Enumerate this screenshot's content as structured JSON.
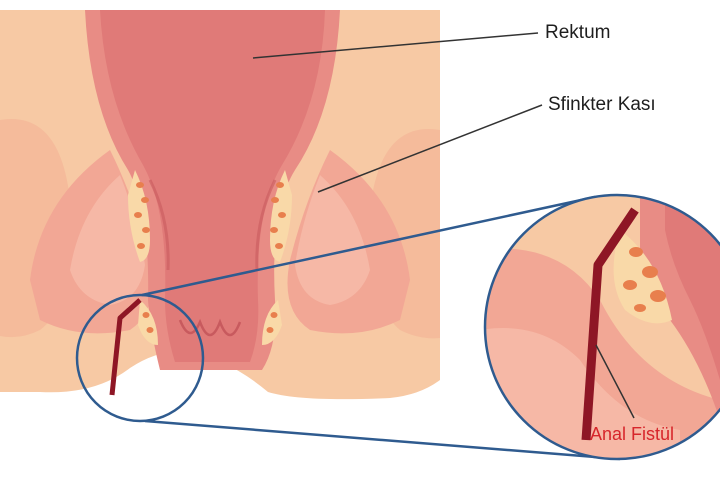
{
  "labels": {
    "rektum": "Rektum",
    "sfinkter": "Sfinkter Kası",
    "anal_fistul": "Anal Fistül"
  },
  "colors": {
    "skin_base": "#f7c9a4",
    "skin_light": "#fad7b8",
    "muscle_pink": "#f2a795",
    "muscle_light": "#f6b8a6",
    "rectum_lumen": "#e07a78",
    "rectum_dark": "#c85a5e",
    "fistula": "#8e1625",
    "gland_orange": "#e87f4d",
    "callout_blue": "#2f5b8f",
    "fistul_label": "#d7262b"
  }
}
